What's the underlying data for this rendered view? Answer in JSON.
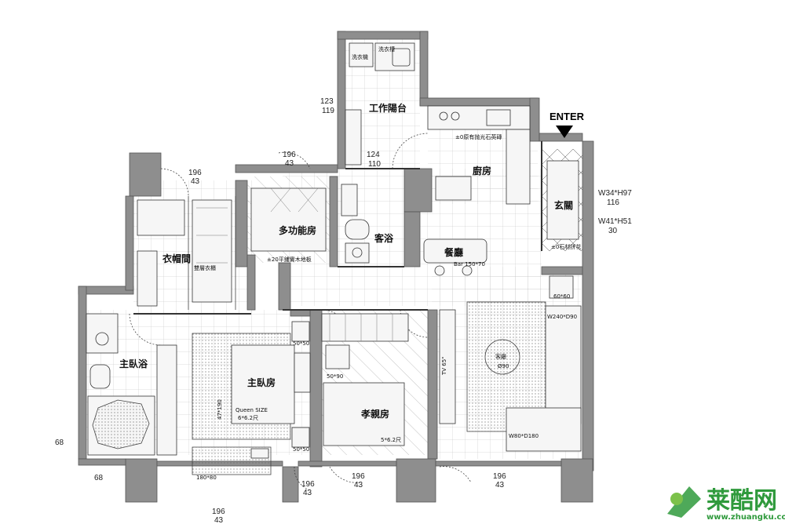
{
  "entrance_label": "ENTER",
  "rooms": [
    {
      "id": "work-balcony",
      "name": "工作陽台"
    },
    {
      "id": "kitchen",
      "name": "廚房"
    },
    {
      "id": "foyer",
      "name": "玄關"
    },
    {
      "id": "multi-room",
      "name": "多功能房"
    },
    {
      "id": "guest-bath",
      "name": "客浴"
    },
    {
      "id": "closet",
      "name": "衣帽間"
    },
    {
      "id": "dining",
      "name": "餐廳"
    },
    {
      "id": "master-bath",
      "name": "主臥浴"
    },
    {
      "id": "master-bedroom",
      "name": "主臥房"
    },
    {
      "id": "parent-room",
      "name": "孝親房"
    },
    {
      "id": "living-room",
      "name": "客廳"
    }
  ],
  "notes": {
    "kitchen_floor": "±0原有抛光石英磚",
    "multi_floor": "±20平鋪實木地板",
    "foyer_floor": "±0石材拼花",
    "bar": "Bar 150*70",
    "closet_double": "雙層衣櫃",
    "queen_bed": "Queen SIZE",
    "master_bed_size": "6*6.2尺",
    "parent_bed_size": "5*6.2尺",
    "tv": "TV 65\"",
    "washer": "洗衣機",
    "laundry_sink": "洗衣槽",
    "coffee_table": "客廳",
    "coffee_size": "Ø90",
    "sofa1": "W240*D90",
    "sofa2": "W80*D180",
    "side": "60*60",
    "night1": "50*50",
    "night2": "50*50",
    "desk": "50*90",
    "vanity": "180*80",
    "wardrobe": "47*190"
  },
  "dimensions": {
    "balcony_left": [
      "123",
      "119"
    ],
    "balcony_bottom": [
      "124",
      "110"
    ],
    "multi_top": [
      "196",
      "43"
    ],
    "closet_top": [
      "196",
      "43"
    ],
    "right_top": [
      "W34*H97",
      "116"
    ],
    "right_bot": [
      "W41*H51",
      "30"
    ],
    "left_side": "68",
    "left_side2": "68",
    "bottom_left": [
      "196",
      "43"
    ],
    "bottom_mid": [
      "196",
      "43"
    ],
    "bottom_mid2": [
      "196",
      "43"
    ],
    "bottom_right": [
      "196",
      "43"
    ]
  },
  "watermark": {
    "name": "莱酷网",
    "url": "www.zhuangku.com"
  },
  "colors": {
    "wall": "#8e8e8e",
    "watermark": "#2f9a3c"
  }
}
